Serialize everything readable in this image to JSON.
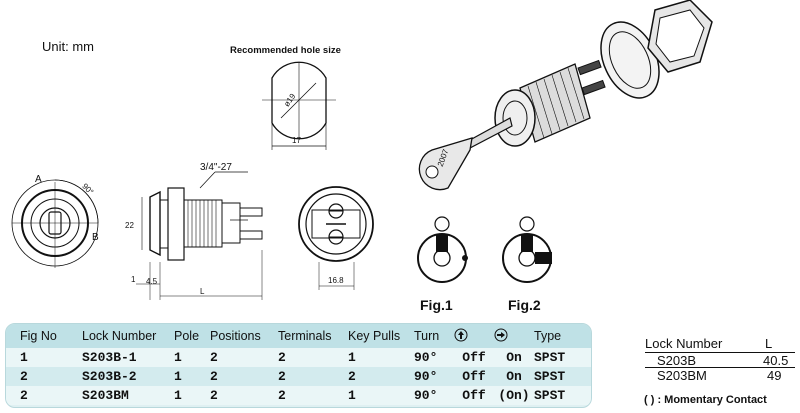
{
  "unit_label": "Unit:  mm",
  "hole": {
    "title": "Recommended hole size",
    "diameter_label": "ø19",
    "width_label": "17"
  },
  "side_view": {
    "thread_label": "3/4\"-27",
    "height_label": "22",
    "dim_1": "1",
    "dim_4_5": "4.5",
    "dim_L": "L"
  },
  "front_view": {
    "point_a": "A",
    "point_b": "B",
    "angle_label": "90°"
  },
  "rear_view": {
    "width_label": "16.8"
  },
  "key_label": "2007",
  "figures": {
    "fig1": "Fig.1",
    "fig2": "Fig.2"
  },
  "spec_table": {
    "headers": [
      "Fig No",
      "Lock Number",
      "Pole",
      "Positions",
      "Terminals",
      "Key Pulls",
      "Turn",
      "up-arrow-icon",
      "right-arrow-icon",
      "Type"
    ],
    "rows": [
      [
        "1",
        "S203B-1",
        "1",
        "2",
        "2",
        "1",
        "90°",
        "Off",
        "On",
        "SPST"
      ],
      [
        "2",
        "S203B-2",
        "1",
        "2",
        "2",
        "2",
        "90°",
        "Off",
        "On",
        "SPST"
      ],
      [
        "2",
        "S203BM",
        "1",
        "2",
        "2",
        "1",
        "90°",
        "Off",
        "(On)",
        "SPST"
      ]
    ]
  },
  "lock_table": {
    "header": [
      "Lock  Number",
      "L"
    ],
    "rows": [
      [
        "S203B",
        "40.5"
      ],
      [
        "S203BM",
        "49"
      ]
    ]
  },
  "note": "(   ) : Momentary  Contact"
}
